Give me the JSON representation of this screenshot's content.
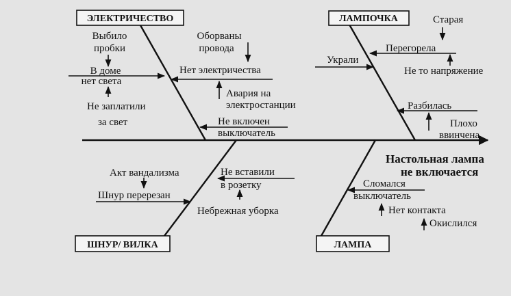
{
  "effect": {
    "line1": "Настольная лампа",
    "line2": "не включается"
  },
  "categories": {
    "electricity": {
      "label": "ЭЛЕКТРИЧЕСТВО",
      "causes": {
        "no_light_1": "В доме",
        "no_light_2": "нет света",
        "fuses_1": "Выбило",
        "fuses_2": "пробки",
        "not_paid_1": "Не заплатили",
        "not_paid_2": "за свет",
        "no_power": "Нет электричества",
        "wires_1": "Оборваны",
        "wires_2": "провода",
        "accident_1": "Авария на",
        "accident_2": "электростанции",
        "switch_off_1": "Не включен",
        "switch_off_2": "выключатель"
      }
    },
    "bulb": {
      "label": "ЛАМПОЧКА",
      "causes": {
        "burnt": "Перегорела",
        "old": "Старая",
        "voltage": "Не то напряжение",
        "stolen": "Украли",
        "broken": "Разбилась",
        "screwed_1": "Плохо",
        "screwed_2": "ввинчена"
      }
    },
    "cord": {
      "label": "ШНУР/ ВИЛКА",
      "causes": {
        "vandalism": "Акт  вандализма",
        "cut": "Шнур перерезан",
        "unplugged_1": "Не вставили",
        "unplugged_2": "в розетку",
        "cleaning": "Небрежная уборка"
      }
    },
    "lamp": {
      "label": "ЛАМПА",
      "causes": {
        "switch_broken_1": "Сломался",
        "switch_broken_2": "выключатель",
        "no_contact": "Нет контакта",
        "oxidized": "Окислился"
      }
    }
  }
}
